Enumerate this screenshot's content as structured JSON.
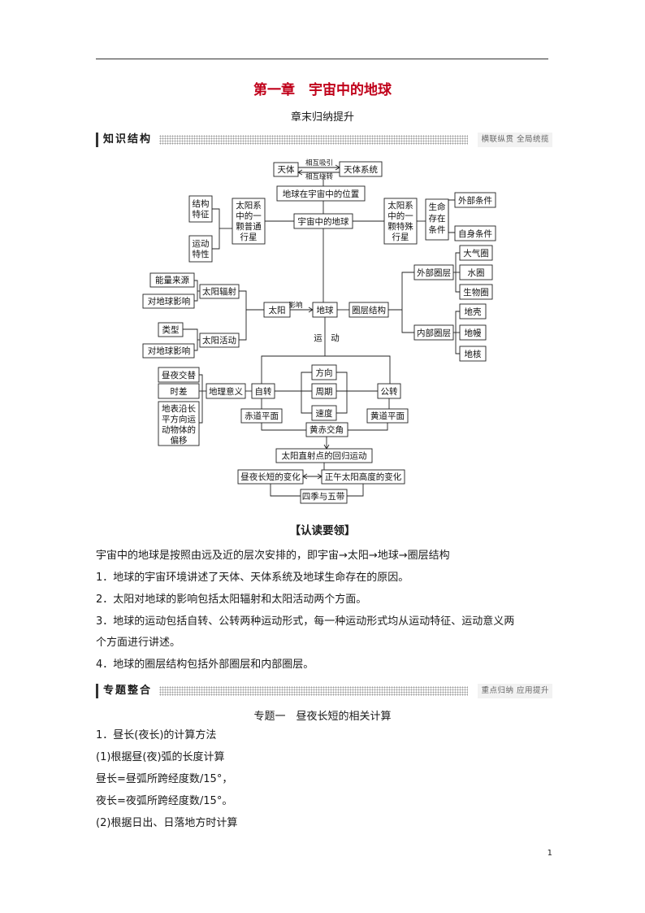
{
  "chapter_title": "第一章　宇宙中的地球",
  "subtitle": "章末归纳提升",
  "banner_knowledge": {
    "tag": "知识结构",
    "right": "横联纵贯  全局统揽"
  },
  "banner_topic": {
    "tag": "专题整合",
    "right": "重点归纳  应用提升"
  },
  "diagram": {
    "tianti": "天体",
    "xianghu_xiyin": "相互吸引",
    "xianghu_raozhuan": "相互绕转",
    "tianti_xitong": "天体系统",
    "diqiu_weizhi": "地球在宇宙中的位置",
    "jiegou_tezheng": [
      "结构",
      "特征"
    ],
    "yundong_texing": [
      "运动",
      "特性"
    ],
    "putong_xingxing": [
      "太阳系",
      "中的一",
      "颗普通",
      "行星"
    ],
    "yuzhou_diqiu": "宇宙中的地球",
    "teshu_xingxing": [
      "太阳系",
      "中的一",
      "颗特殊",
      "行星"
    ],
    "shengming": [
      "生命",
      "存在",
      "条件"
    ],
    "waibu_tiaojian": "外部条件",
    "zishen_tiaojian": "自身条件",
    "nengliang_laiyuan": "能量来源",
    "taiyang_fushe": "太阳辐射",
    "dui_diqiu_yingxiang_1": "对地球影响",
    "leixing": "类型",
    "taiyang_huodong": "太阳活动",
    "dui_diqiu_yingxiang_2": "对地球影响",
    "taiyang": "太阳",
    "yingxiang": "影响",
    "diqiu": "地球",
    "quanceng_jiegou": "圈层结构",
    "waibu_quanceng": "外部圈层",
    "neibu_quanceng": "内部圈层",
    "daqiquan": "大气圈",
    "shuiquan": "水圈",
    "shengwuquan": "生物圈",
    "diqiao": "地壳",
    "diman": "地幔",
    "dihe": "地核",
    "yundong": "运　动",
    "zhouye_jiaoti": "昼夜交替",
    "shicha": "时差",
    "piancheng": [
      "地表沿长",
      "平方向运",
      "动物体的",
      "偏移"
    ],
    "dili_yiyi": "地理意义",
    "zizhuan": "自转",
    "fangxiang": "方向",
    "zhouqi": "周期",
    "sudu": "速度",
    "gongzhuan": "公转",
    "chidao_pingmian": "赤道平面",
    "huangdao_pingmian": "黄道平面",
    "huangchi_jiaojiao": "黄赤交角",
    "huigui_yundong": "太阳直射点的回归运动",
    "zhouye_changduan": "昼夜长短的变化",
    "zhengwu_gaodu": "正午太阳高度的变化",
    "siji_wudai": "四季与五带"
  },
  "section_head": "【认读要领】",
  "paragraphs": [
    "宇宙中的地球是按照由远及近的层次安排的，即宇宙→太阳→地球→圈层结构",
    "1．地球的宇宙环境讲述了天体、天体系统及地球生命存在的原因。",
    "2．太阳对地球的影响包括太阳辐射和太阳活动两个方面。",
    "3．地球的运动包括自转、公转两种运动形式，每一种运动形式均从运动特征、运动意义两",
    "个方面进行讲述。",
    "4．地球的圈层结构包括外部圈层和内部圈层。"
  ],
  "topic_title": "专题一　昼夜长短的相关计算",
  "topic_paragraphs": [
    "1．昼长(夜长)的计算方法",
    "(1)根据昼(夜)弧的长度计算",
    "昼长=昼弧所跨经度数/15°，",
    "夜长=夜弧所跨经度数/15°。",
    "(2)根据日出、日落地方时计算"
  ],
  "page_number": "1"
}
